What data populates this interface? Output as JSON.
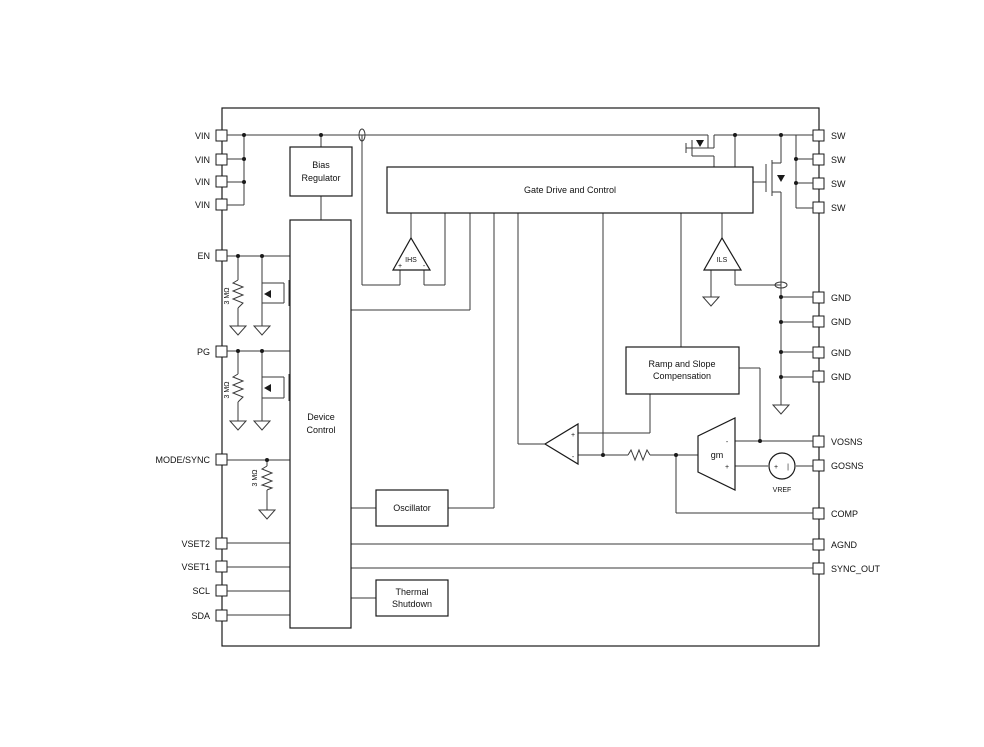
{
  "left_pins": [
    "VIN",
    "VIN",
    "VIN",
    "VIN",
    "EN",
    "PG",
    "MODE/SYNC",
    "VSET2",
    "VSET1",
    "SCL",
    "SDA"
  ],
  "right_pins": [
    "SW",
    "SW",
    "SW",
    "SW",
    "GND",
    "GND",
    "GND",
    "GND",
    "VOSNS",
    "GOSNS",
    "COMP",
    "AGND",
    "SYNC_OUT"
  ],
  "blocks": {
    "bias_line1": "Bias",
    "bias_line2": "Regulator",
    "gate_drive": "Gate Drive and Control",
    "device_line1": "Device",
    "device_line2": "Control",
    "oscillator": "Oscillator",
    "thermal_line1": "Thermal",
    "thermal_line2": "Shutdown",
    "ramp_line1": "Ramp and Slope",
    "ramp_line2": "Compensation"
  },
  "amplifiers": {
    "ihs": "IHS",
    "ils": "ILS",
    "gm": "gm",
    "vref": "VREF"
  },
  "resistors": {
    "en_pulldown": "3 MΩ",
    "pg_pulldown": "3 MΩ",
    "mode_pulldown": "3 MΩ"
  }
}
